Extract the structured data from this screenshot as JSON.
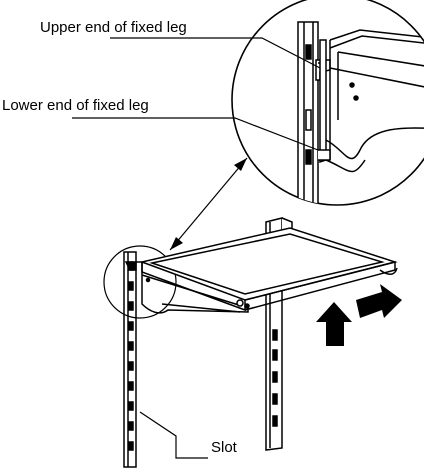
{
  "labels": {
    "upper_end": "Upper end of fixed leg",
    "lower_end": "Lower end of fixed leg",
    "slot": "Slot"
  },
  "icons": {
    "up_arrow": "arrow-up-icon",
    "push_arrow": "arrow-right-icon",
    "double_arrow": "double-headed-arrow-icon"
  },
  "colors": {
    "line": "#000000",
    "background": "#ffffff",
    "arrow_fill": "#000000"
  }
}
